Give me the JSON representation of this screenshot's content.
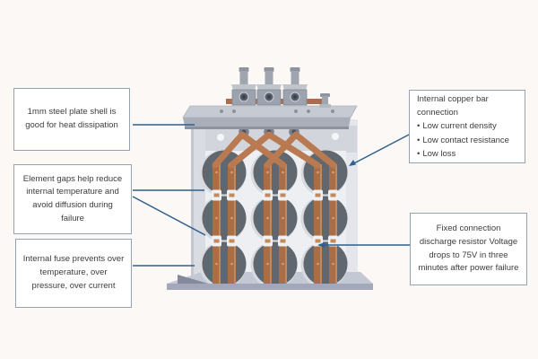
{
  "colors": {
    "background": "#fcf8f6",
    "leader_line": "#2f5f8c",
    "box_border": "#94a2b2",
    "box_background": "#ffffff",
    "text": "#3d3d3d",
    "copper": "#b97a52",
    "cell_gray": "#61676f",
    "frame_gray": "#d2d5dc",
    "base_gray": "#c4c8d4"
  },
  "callouts": {
    "steel_shell": {
      "text": "1mm steel plate shell is good for heat dissipation"
    },
    "element_gaps": {
      "text": "Element gaps help reduce internal temperature and avoid diffusion during failure"
    },
    "internal_fuse": {
      "text": "Internal fuse prevents over temperature, over pressure, over current"
    },
    "copper_bar": {
      "title": "Internal copper bar connection",
      "bullet": "•",
      "items": [
        "Low current density",
        "Low contact resistance",
        "Low loss"
      ]
    },
    "discharge_resistor": {
      "text": "Fixed connection discharge resistor Voltage drops to 75V in three minutes after power failure"
    }
  }
}
